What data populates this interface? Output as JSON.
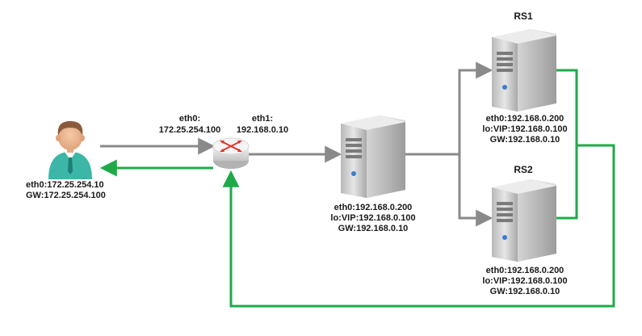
{
  "client": {
    "ip": "eth0:172.25.254.10",
    "gw": "GW:172.25.254.100"
  },
  "router": {
    "eth0_label": "eth0:",
    "eth0_ip": "172.25.254.100",
    "eth1_label": "eth1:",
    "eth1_ip": "192.168.0.10"
  },
  "director": {
    "eth0": "eth0:192.168.0.200",
    "lo": "lo:VIP:192.168.0.100",
    "gw": "GW:192.168.0.10"
  },
  "rs1": {
    "title": "RS1",
    "eth0": "eth0:192.168.0.200",
    "lo": "lo:VIP:192.168.0.100",
    "gw": "GW:192.168.0.10"
  },
  "rs2": {
    "title": "RS2",
    "eth0": "eth0:192.168.0.200",
    "lo": "lo:VIP:192.168.0.100",
    "gw": "GW:192.168.0.10"
  },
  "colors": {
    "request_line": "#8a8a8a",
    "response_line": "#1faa4a",
    "server_body": "#c9c9c9",
    "router_accent": "#e0342f"
  }
}
